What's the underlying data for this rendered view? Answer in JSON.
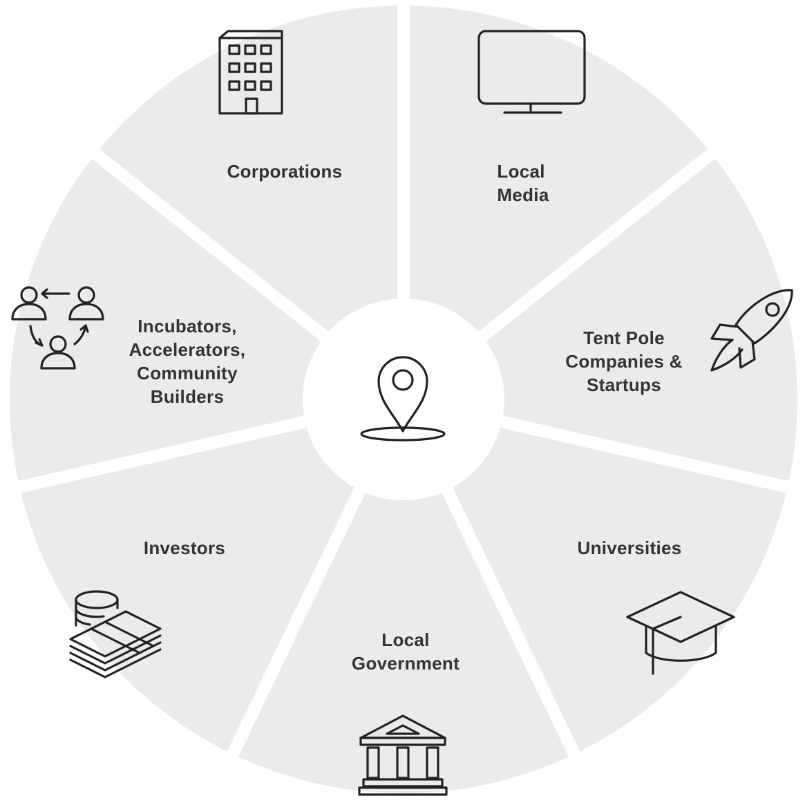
{
  "center": {
    "icon": "location-pin-icon"
  },
  "colors": {
    "segment_fill": "#ebebeb",
    "divider": "#ffffff",
    "center_fill": "#ffffff",
    "text": "#333333",
    "icon_stroke": "#222222"
  },
  "segments": [
    {
      "id": "corporations",
      "lines": [
        "Corporations"
      ],
      "icon": "office-building-icon"
    },
    {
      "id": "local-media",
      "lines": [
        "Local",
        "Media"
      ],
      "icon": "television-icon"
    },
    {
      "id": "tent-pole",
      "lines": [
        "Tent Pole",
        "Companies &",
        "Startups"
      ],
      "icon": "rocket-icon"
    },
    {
      "id": "universities",
      "lines": [
        "Universities"
      ],
      "icon": "graduation-cap-icon"
    },
    {
      "id": "local-government",
      "lines": [
        "Local",
        "Government"
      ],
      "icon": "government-building-icon"
    },
    {
      "id": "investors",
      "lines": [
        "Investors"
      ],
      "icon": "money-stack-icon"
    },
    {
      "id": "incubators",
      "lines": [
        "Incubators,",
        "Accelerators,",
        "Community",
        "Builders"
      ],
      "icon": "community-network-icon"
    }
  ]
}
